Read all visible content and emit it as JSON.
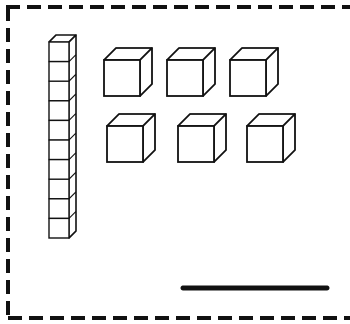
{
  "diagram": {
    "ten_rod": {
      "units": 10
    },
    "unit_cubes": {
      "count": 6,
      "rows": 2,
      "per_row": 3
    },
    "answer_line": {
      "text": ""
    }
  },
  "colors": {
    "ink": "#111111",
    "background": "#ffffff"
  }
}
